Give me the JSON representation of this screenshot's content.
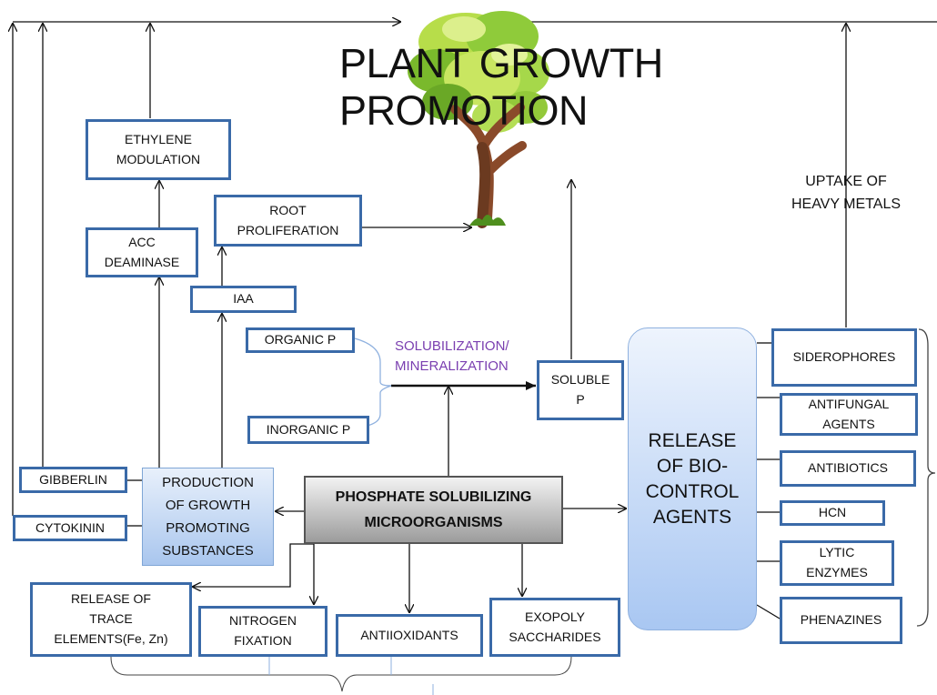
{
  "title": {
    "line1": "PLANT GROWTH",
    "line2": "PROMOTION"
  },
  "center": {
    "line1": "PHOSPHATE SOLUBILIZING",
    "line2": "MICROORGANISMS"
  },
  "growth_substances": {
    "line1": "PRODUCTION",
    "line2": "OF GROWTH",
    "line3": "PROMOTING",
    "line4": "SUBSTANCES"
  },
  "biocontrol": {
    "line1": "RELEASE",
    "line2": "OF BIO-",
    "line3": "CONTROL",
    "line4": "AGENTS"
  },
  "boxes": {
    "ethylene": {
      "line1": "ETHYLENE",
      "line2": "MODULATION"
    },
    "acc": {
      "line1": "ACC",
      "line2": "DEAMINASE"
    },
    "root": {
      "line1": "ROOT",
      "line2": "PROLIFERATION"
    },
    "iaa": "IAA",
    "organic_p": "ORGANIC P",
    "inorganic_p": "INORGANIC P",
    "soluble_p": {
      "line1": "SOLUBLE",
      "line2": "P"
    },
    "gibberlin": "GIBBERLIN",
    "cytokinin": "CYTOKININ",
    "trace": {
      "line1": "RELEASE OF",
      "line2": "TRACE",
      "line3": "ELEMENTS(Fe, Zn)"
    },
    "nitrogen": {
      "line1": "NITROGEN",
      "line2": "FIXATION"
    },
    "antioxidants": "ANTIIOXIDANTS",
    "exopoly": {
      "line1": "EXOPOLY",
      "line2": "SACCHARIDES"
    },
    "siderophores": "SIDEROPHORES",
    "antifungal": {
      "line1": "ANTIFUNGAL",
      "line2": "AGENTS"
    },
    "antibiotics": "ANTIBIOTICS",
    "hcn": "HCN",
    "lytic": {
      "line1": "LYTIC",
      "line2": "ENZYMES"
    },
    "phenazines": "PHENAZINES"
  },
  "labels": {
    "solubilization": {
      "line1": "SOLUBILIZATION/",
      "line2": "MINERALIZATION"
    },
    "heavy_metals": {
      "line1": "UPTAKE OF",
      "line2": "HEAVY METALS"
    }
  },
  "colors": {
    "box_border": "#3a6aa8",
    "purple_text": "#7a3fb0"
  }
}
